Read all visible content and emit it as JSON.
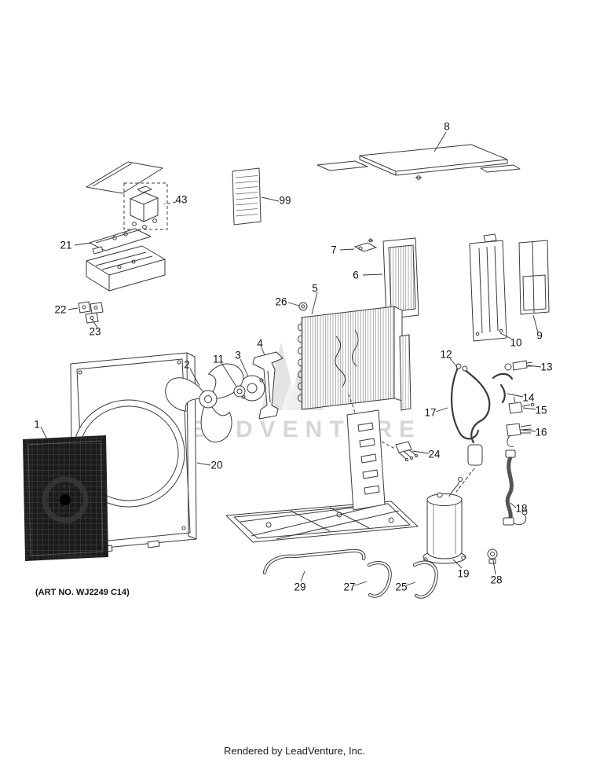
{
  "document": {
    "art_no": "(ART NO. WJ2249 C14)",
    "footer": "Rendered by LeadVenture, Inc.",
    "watermark": "LEADVENTURE"
  },
  "callouts": {
    "c1": "1",
    "c2": "2",
    "c3": "3",
    "c4": "4",
    "c5": "5",
    "c6": "6",
    "c7": "7",
    "c8": "8",
    "c9": "9",
    "c10": "10",
    "c11": "11",
    "c12": "12",
    "c13": "13",
    "c14": "14",
    "c15": "15",
    "c16": "16",
    "c17": "17",
    "c18": "18",
    "c19": "19",
    "c20": "20",
    "c21": "21",
    "c22": "22",
    "c23": "23",
    "c24": "24",
    "c25": "25",
    "c26": "26",
    "c27": "27",
    "c28": "28",
    "c29": "29",
    "c43": "43",
    "c99": "99"
  },
  "colors": {
    "line": "#3a3a3a",
    "grille_dark": "#1b1b1b",
    "watermark_gray": "#cdcdcd",
    "background": "#ffffff"
  }
}
